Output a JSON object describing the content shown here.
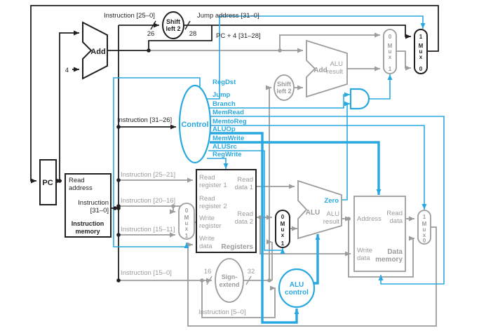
{
  "colors": {
    "accent_blue": "#29a8e0",
    "wire_gray": "#9c9c9c",
    "wire_black": "#231f20"
  },
  "top": {
    "instruction_25_0": "Instruction [25–0]",
    "shift_left_2": [
      "Shift",
      "left 2"
    ],
    "width_26": "26",
    "width_28": "28",
    "jump_address": "Jump address [31–0]",
    "pc_plus_4": "PC + 4 [31–28]"
  },
  "pc": {
    "label": "PC"
  },
  "add_pc": {
    "label": "Add",
    "increment": "4"
  },
  "instruction_memory": {
    "read_address": [
      "Read",
      "address"
    ],
    "instruction_31_0": [
      "Instruction",
      "[31–0]"
    ],
    "title": [
      "Instruction",
      "memory"
    ]
  },
  "control": {
    "label": "Control",
    "input_label": "Instruction [31–26]",
    "signals": [
      "RegDst",
      "Jump",
      "Branch",
      "MemRead",
      "MemtoReg",
      "ALUOp",
      "MemWrite",
      "ALUSrc",
      "RegWrite"
    ]
  },
  "instruction_fields": {
    "f25_21": "Instruction [25–21]",
    "f20_16": "Instruction [20–16]",
    "f15_11": "Instruction [15–11]",
    "f15_0": "Instruction [15–0]",
    "f5_0": "Instruction [5–0]"
  },
  "registers": {
    "read_register_1": [
      "Read",
      "register 1"
    ],
    "read_register_2": [
      "Read",
      "register 2"
    ],
    "write_register": [
      "Write",
      "register"
    ],
    "write_data": [
      "Write",
      "data"
    ],
    "read_data_1": [
      "Read",
      "data 1"
    ],
    "read_data_2": [
      "Read",
      "data 2"
    ],
    "title": "Registers"
  },
  "sign_extend": {
    "label": [
      "Sign-",
      "extend"
    ],
    "width_in": "16",
    "width_out": "32"
  },
  "alu": {
    "label": "ALU",
    "zero": "Zero",
    "result": [
      "ALU",
      "result"
    ]
  },
  "alu_control": {
    "label": [
      "ALU",
      "control"
    ]
  },
  "add_branch": {
    "label": "Add",
    "result": [
      "ALU",
      "result"
    ]
  },
  "shift_left_2_branch": [
    "Shift",
    "left 2"
  ],
  "data_memory": {
    "address": "Address",
    "read_data": [
      "Read",
      "data"
    ],
    "write_data": [
      "Write",
      "data"
    ],
    "title": [
      "Data",
      "memory"
    ]
  },
  "muxes": {
    "regdst": [
      "0",
      "M",
      "u",
      "x",
      "1"
    ],
    "alusrc": [
      "0",
      "M",
      "u",
      "x",
      "1"
    ],
    "branch": [
      "0",
      "M",
      "u",
      "x",
      "1"
    ],
    "jump": [
      "1",
      "M",
      "u",
      "x",
      "0"
    ],
    "memtoreg": [
      "1",
      "M",
      "u",
      "x",
      "0"
    ]
  }
}
